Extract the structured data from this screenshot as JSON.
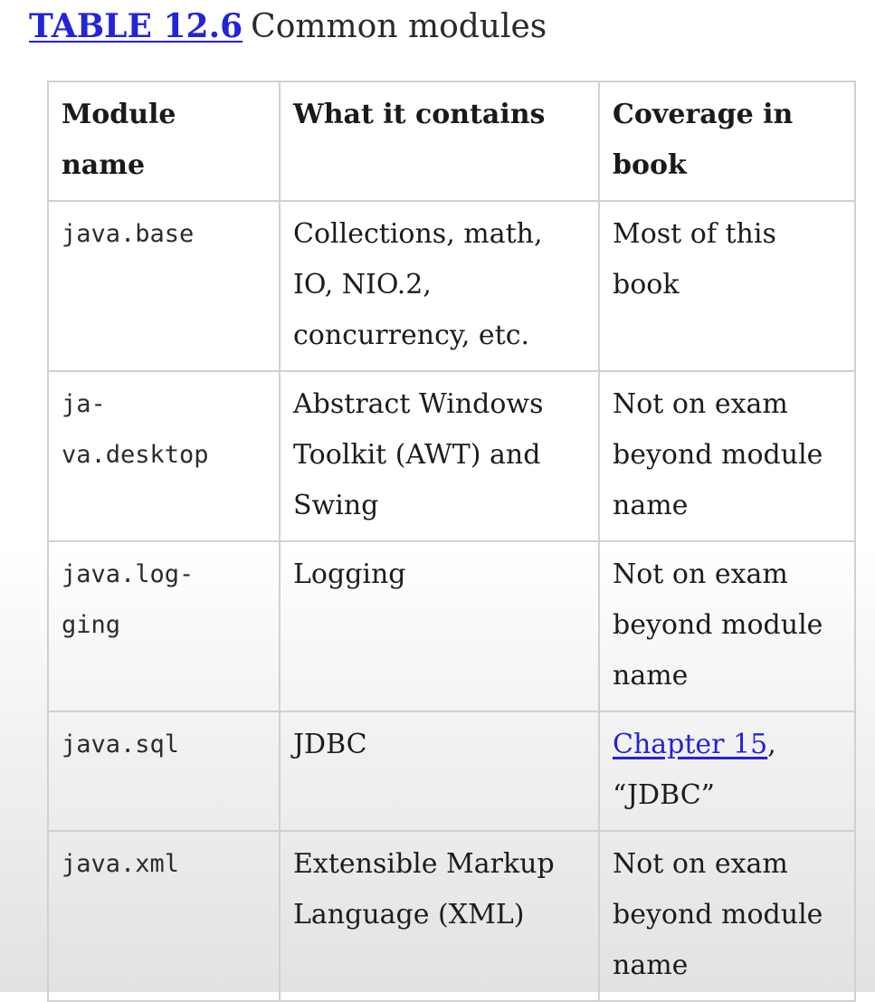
{
  "caption": {
    "table_ref": "TABLE 12.6",
    "title": "Common modules"
  },
  "table": {
    "headers": [
      "Module name",
      "What it contains",
      "Coverage in book"
    ],
    "rows": [
      {
        "module": "java.base",
        "contains": "Collections, math, IO, NIO.2, concurrency, etc.",
        "coverage": "Most of this book"
      },
      {
        "module": "ja-\nva.desktop",
        "contains": "Abstract Windows Toolkit (AWT) and Swing",
        "coverage": "Not on exam beyond module name"
      },
      {
        "module": "java.log-\nging",
        "contains": "Logging",
        "coverage": "Not on exam beyond module name"
      },
      {
        "module": "java.sql",
        "contains": "JDBC",
        "coverage_link": "Chapter 15",
        "coverage_suffix": ",",
        "coverage_rest": "“JDBC”"
      },
      {
        "module": "java.xml",
        "contains": "Extensible Markup Language (XML)",
        "coverage": "Not on exam beyond module name"
      }
    ]
  },
  "colors": {
    "link": "#2323d8",
    "border": "#d0d0d0",
    "text": "#1c1c1c"
  }
}
